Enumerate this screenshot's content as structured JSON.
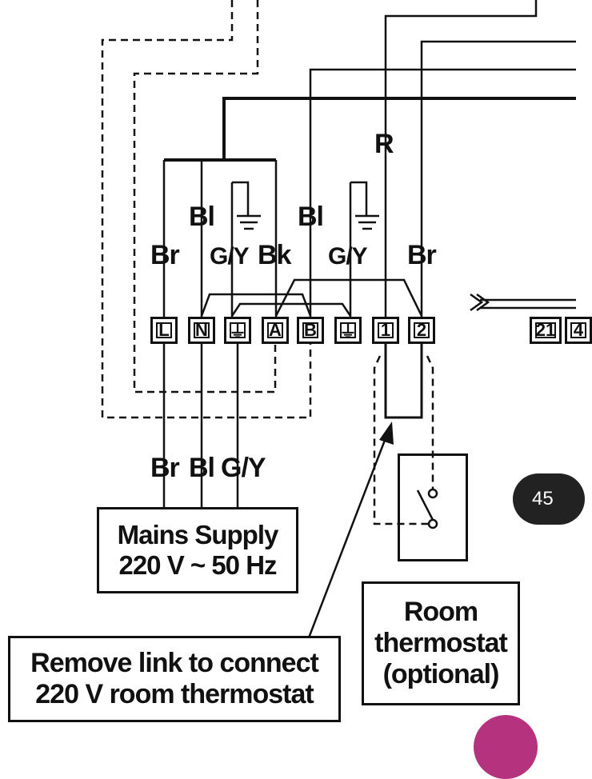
{
  "wire_labels": {
    "r_top": "R",
    "bl_left": "Bl",
    "br_left": "Br",
    "gy_left": "G/Y",
    "bk": "Bk",
    "bl_mid": "Bl",
    "gy_mid": "G/Y",
    "br_right": "Br",
    "bottom_br": "Br",
    "bottom_bl": "Bl",
    "bottom_gy": "G/Y"
  },
  "terminals": [
    "L",
    "N",
    "⏚",
    "A",
    "B",
    "⏚",
    "1",
    "2"
  ],
  "terminals_right": [
    "21",
    "4"
  ],
  "mains_box": {
    "line1": "Mains Supply",
    "line2": "220 V ~ 50 Hz"
  },
  "link_note": {
    "line1": "Remove link to connect",
    "line2": "220 V room thermostat"
  },
  "thermostat_box": {
    "line1": "Room",
    "line2": "thermostat",
    "line3": "(optional)"
  },
  "page_number": "45",
  "colors": {
    "line": "#111111",
    "badge": "#222222",
    "accent": "#b5327e"
  }
}
